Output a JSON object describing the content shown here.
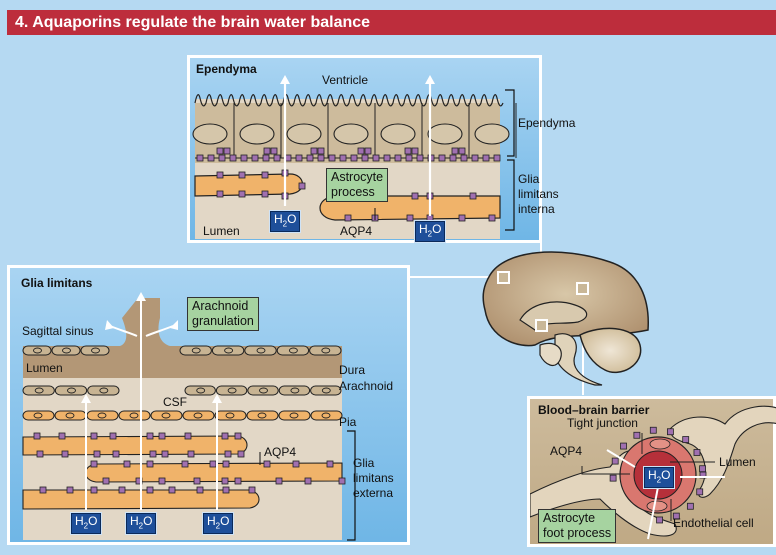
{
  "title": "4. Aquaporins regulate the brain water balance",
  "colors": {
    "background": "#b5d9f2",
    "title_bar": "#bd2d3c",
    "panel": "#80c0ea",
    "tissue": "#e2d7c6",
    "astrocyte": "#f0b36a",
    "aqp4": "#a070b0",
    "h2o_box": "#1e4f9a",
    "green_label": "#a6d3a0",
    "brain": "#b99d77",
    "vessel": "#c74a4a"
  },
  "ependyma_panel": {
    "title": "Ependyma",
    "labels": {
      "ventricle": "Ventricle",
      "ependyma": "Ependyma",
      "glia_limitans_interna_1": "Glia",
      "glia_limitans_interna_2": "limitans",
      "glia_limitans_interna_3": "interna",
      "lumen": "Lumen",
      "aqp4": "AQP4",
      "astrocyte_1": "Astrocyte",
      "astrocyte_2": "process"
    },
    "h2o": [
      "H",
      "2",
      "O"
    ]
  },
  "glia_panel": {
    "title": "Glia limitans",
    "labels": {
      "sagittal_sinus": "Sagittal sinus",
      "arachnoid_granulation_1": "Arachnoid",
      "arachnoid_granulation_2": "granulation",
      "lumen": "Lumen",
      "dura": "Dura",
      "arachnoid": "Arachnoid",
      "csf": "CSF",
      "pia": "Pia",
      "aqp4": "AQP4",
      "gle_1": "Glia",
      "gle_2": "limitans",
      "gle_3": "externa"
    }
  },
  "bbb_panel": {
    "title": "Blood–brain barrier",
    "labels": {
      "tight_junction": "Tight junction",
      "aqp4": "AQP4",
      "lumen": "Lumen",
      "endothelial_cell": "Endothelial cell",
      "foot_1": "Astrocyte",
      "foot_2": "foot process"
    }
  }
}
